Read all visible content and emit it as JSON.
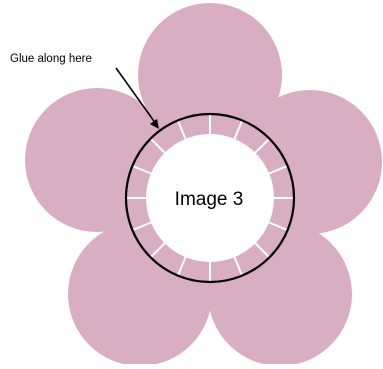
{
  "annotation": {
    "text": "Glue along here"
  },
  "center": {
    "label": "Image 3"
  },
  "colors": {
    "petal": "#d9adc2",
    "center_fill": "#ffffff",
    "ring_stroke": "#000000",
    "tick": "#ffffff",
    "text": "#000000"
  },
  "tick_count": 16
}
